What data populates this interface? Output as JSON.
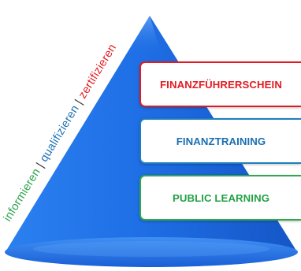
{
  "side_caption": {
    "parts": [
      "informieren",
      " | ",
      "qualifizieren",
      " | ",
      "zertifizieren"
    ],
    "colors": [
      "#2aa24a",
      "#333333",
      "#1a6fb0",
      "#333333",
      "#e11b22"
    ]
  },
  "levels": [
    {
      "label": "FINANZFÜHRERSCHEIN",
      "color": "#e11b22"
    },
    {
      "label": "FINANZTRAINING",
      "color": "#1a6fb0"
    },
    {
      "label": "PUBLIC LEARNING",
      "color": "#22a046"
    }
  ],
  "cone_color": "#1f74e8"
}
